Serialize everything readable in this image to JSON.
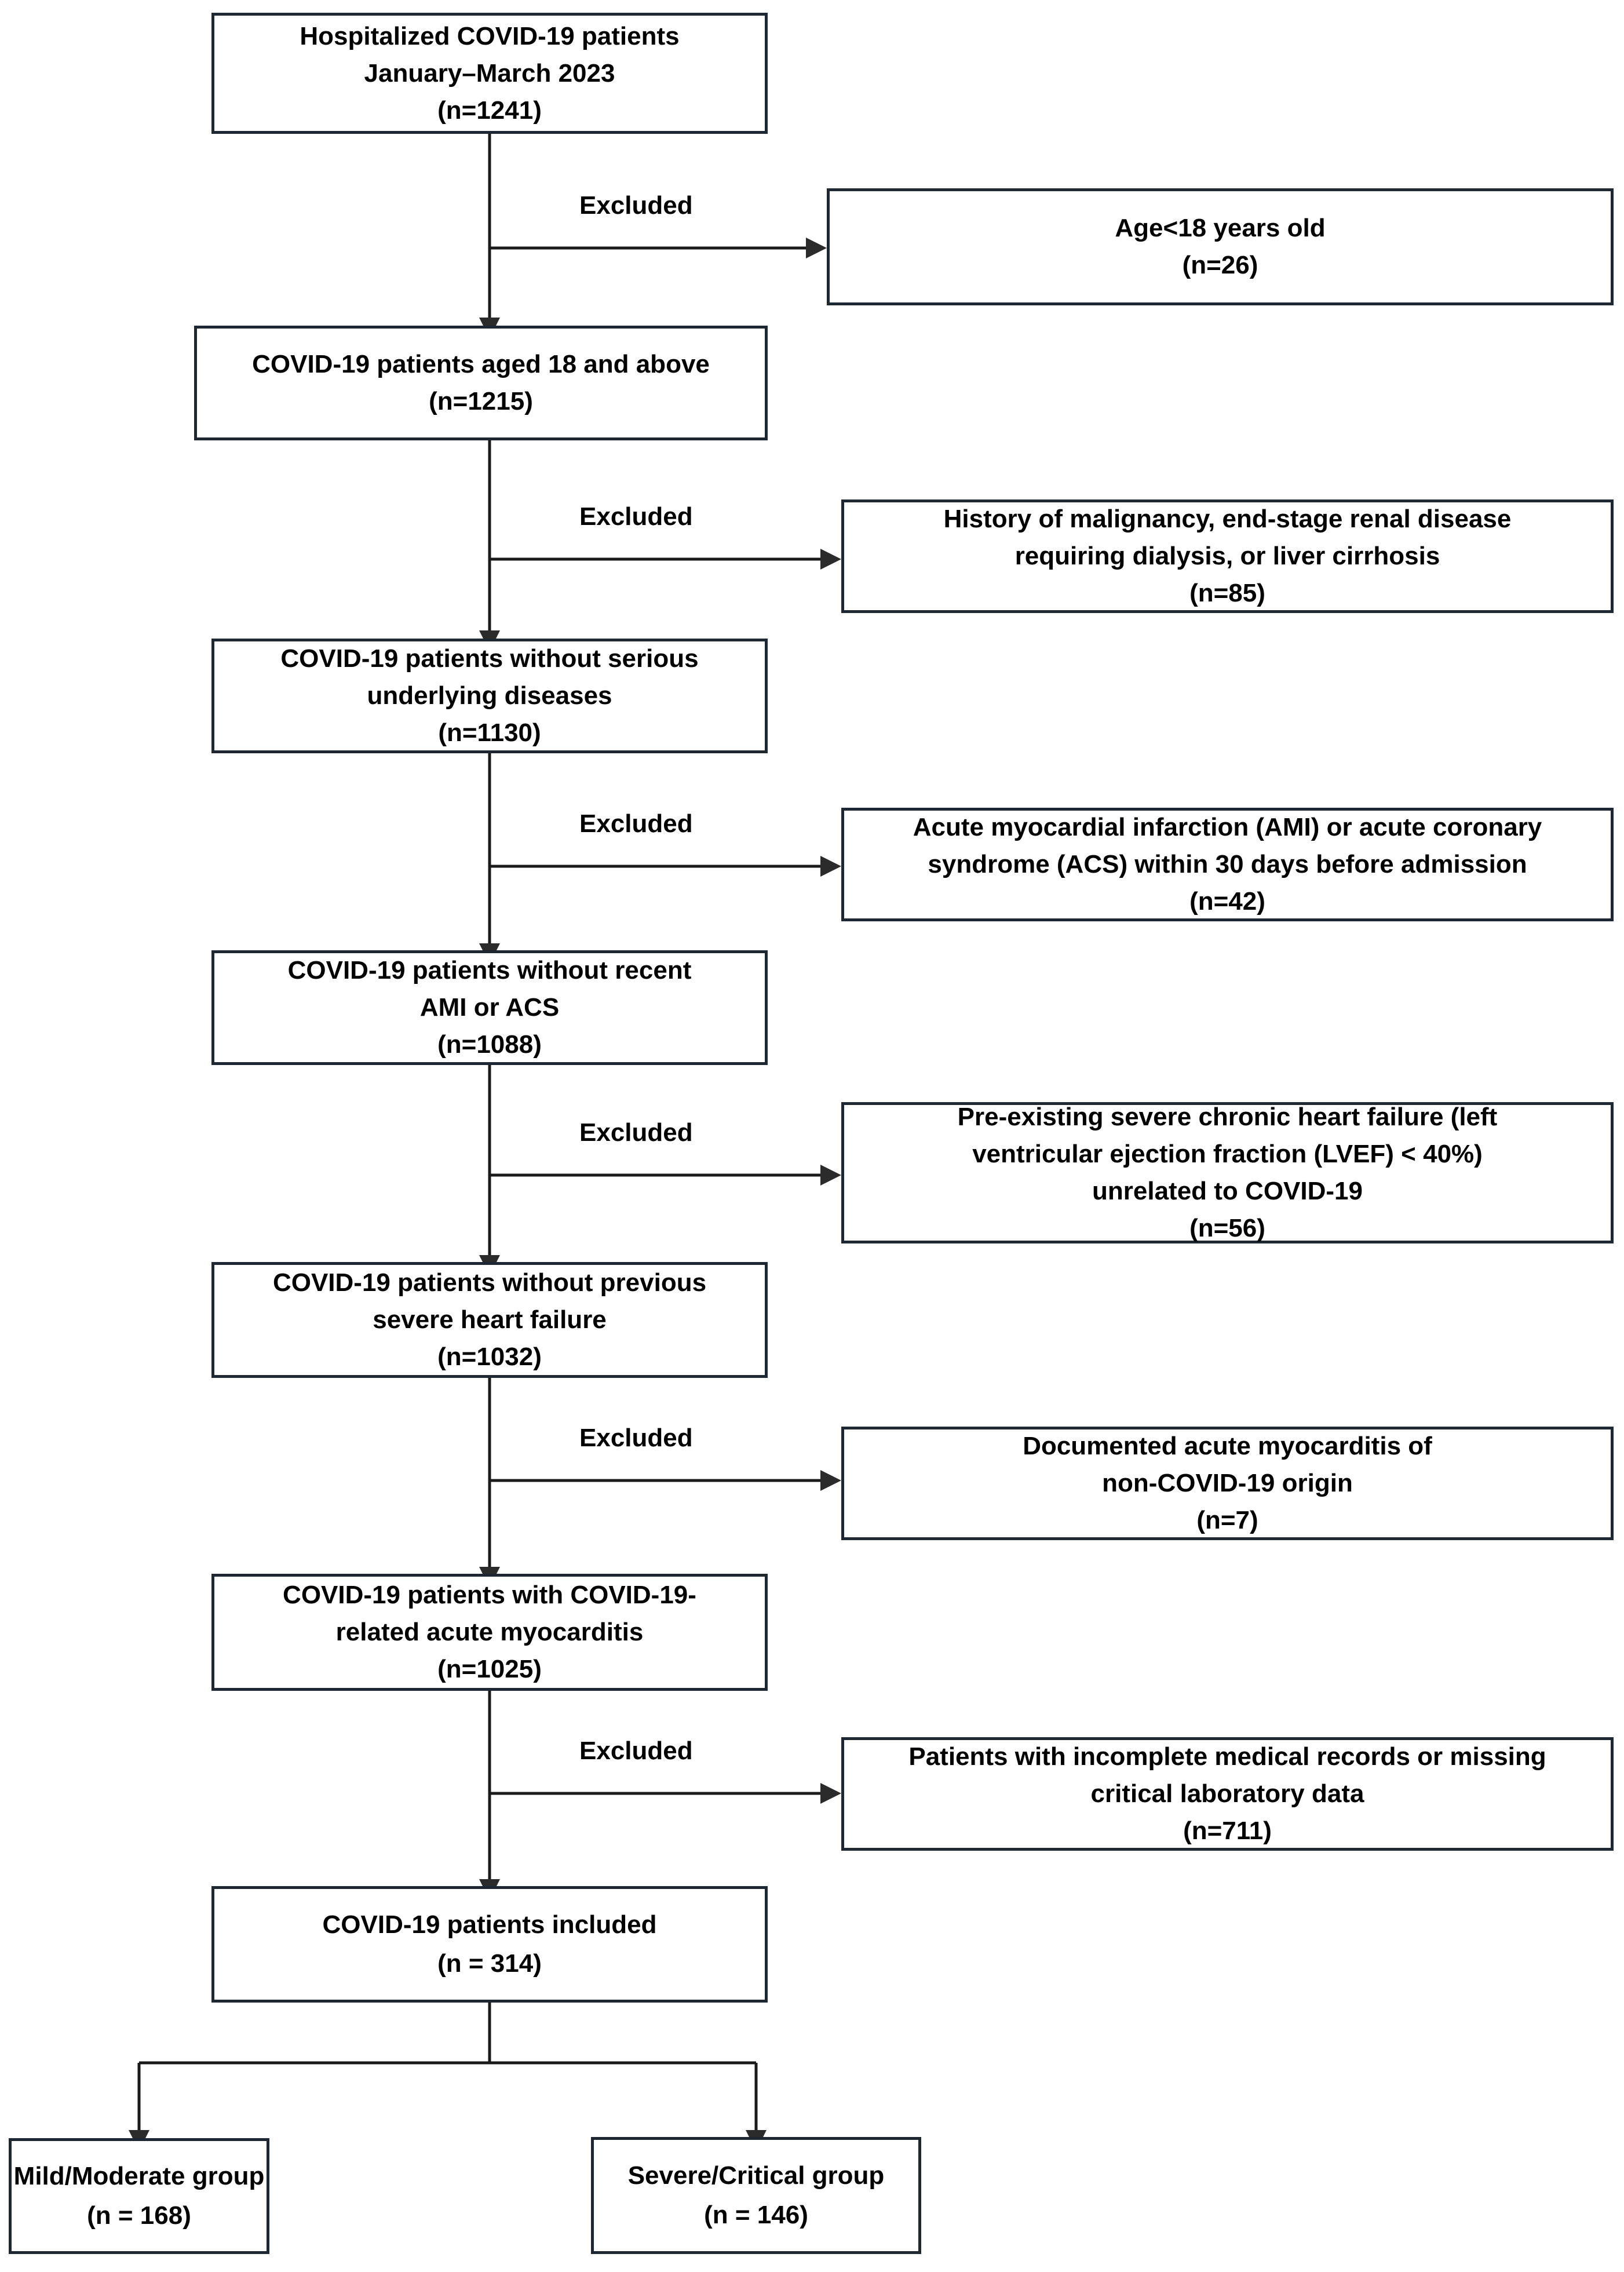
{
  "diagram": {
    "title": "COVID-19 patient selection flow diagram",
    "type": "flowchart",
    "colors": {
      "box_border": "#1e2832",
      "connector": "#1a1a1a",
      "text": "#000000",
      "background": "#ffffff"
    },
    "exclusion_label": "Excluded",
    "main_nodes": [
      {
        "id": "n1",
        "lines": [
          "Hospitalized COVID-19 patients",
          "January–March 2023",
          "(n=1241)"
        ],
        "count": 1241
      },
      {
        "id": "n2",
        "lines": [
          "COVID-19 patients aged 18 and above",
          "(n=1215)"
        ],
        "count": 1215
      },
      {
        "id": "n3",
        "lines": [
          "COVID-19 patients without serious",
          "underlying diseases",
          "(n=1130)"
        ],
        "count": 1130
      },
      {
        "id": "n4",
        "lines": [
          "COVID-19 patients without recent",
          "AMI or ACS",
          "(n=1088)"
        ],
        "count": 1088
      },
      {
        "id": "n5",
        "lines": [
          "COVID-19 patients without previous",
          "severe heart failure",
          "(n=1032)"
        ],
        "count": 1032
      },
      {
        "id": "n6",
        "lines": [
          "COVID-19 patients with COVID-19-",
          "related acute myocarditis",
          "(n=1025)"
        ],
        "count": 1025
      },
      {
        "id": "n7",
        "lines": [
          "COVID-19 patients included",
          "",
          "(n = 314)"
        ],
        "count": 314
      }
    ],
    "exclusion_nodes": [
      {
        "id": "x1",
        "lines": [
          "Age<18 years old",
          "(n=26)"
        ],
        "count": 26
      },
      {
        "id": "x2",
        "lines": [
          "History of malignancy, end-stage renal disease",
          "requiring dialysis, or liver cirrhosis",
          "(n=85)"
        ],
        "count": 85
      },
      {
        "id": "x3",
        "lines": [
          "Acute myocardial infarction (AMI) or acute coronary",
          "syndrome  (ACS) within 30 days before admission",
          "(n=42)"
        ],
        "count": 42
      },
      {
        "id": "x4",
        "lines": [
          "Pre-existing severe chronic heart failure (left",
          "ventricular ejection fraction (LVEF) < 40%)",
          "unrelated to COVID-19",
          "(n=56)"
        ],
        "count": 56
      },
      {
        "id": "x5",
        "lines": [
          "Documented acute myocarditis of",
          "non-COVID-19 origin",
          "(n=7)"
        ],
        "count": 7
      },
      {
        "id": "x6",
        "lines": [
          "Patients with incomplete medical records or missing",
          "critical laboratory data",
          "(n=711)"
        ],
        "count": 711
      }
    ],
    "group_nodes": [
      {
        "id": "g1",
        "lines": [
          "Mild/Moderate group",
          "",
          "(n = 168)"
        ],
        "count": 168
      },
      {
        "id": "g2",
        "lines": [
          "Severe/Critical group",
          "",
          "(n = 146)"
        ],
        "count": 146
      }
    ]
  }
}
